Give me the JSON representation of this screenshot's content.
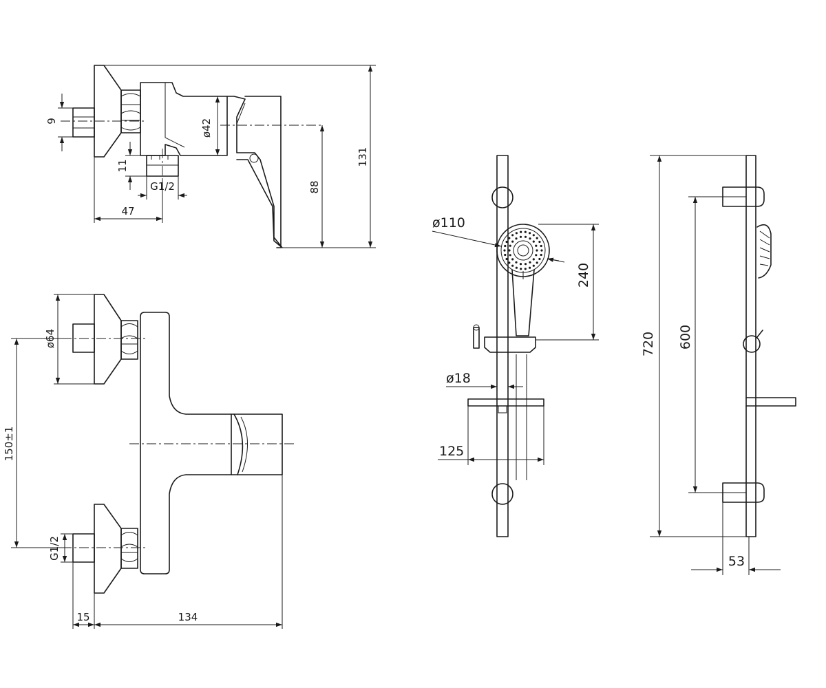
{
  "dimensions": {
    "top_view": {
      "d9": "9",
      "d42": "ø42",
      "d11": "11",
      "thread": "G1/2",
      "d47": "47",
      "d88": "88",
      "d131": "131"
    },
    "front_view": {
      "d64": "ø64",
      "d150": "150±1",
      "thread": "G1/2",
      "d15": "15",
      "d134": "134"
    },
    "rail_view": {
      "d110": "ø110",
      "d240": "240",
      "d18": "ø18",
      "d125": "125"
    },
    "side_view": {
      "d720": "720",
      "d600": "600",
      "d53": "53"
    }
  },
  "colors": {
    "line": "#1a1a1a",
    "background": "#ffffff"
  }
}
